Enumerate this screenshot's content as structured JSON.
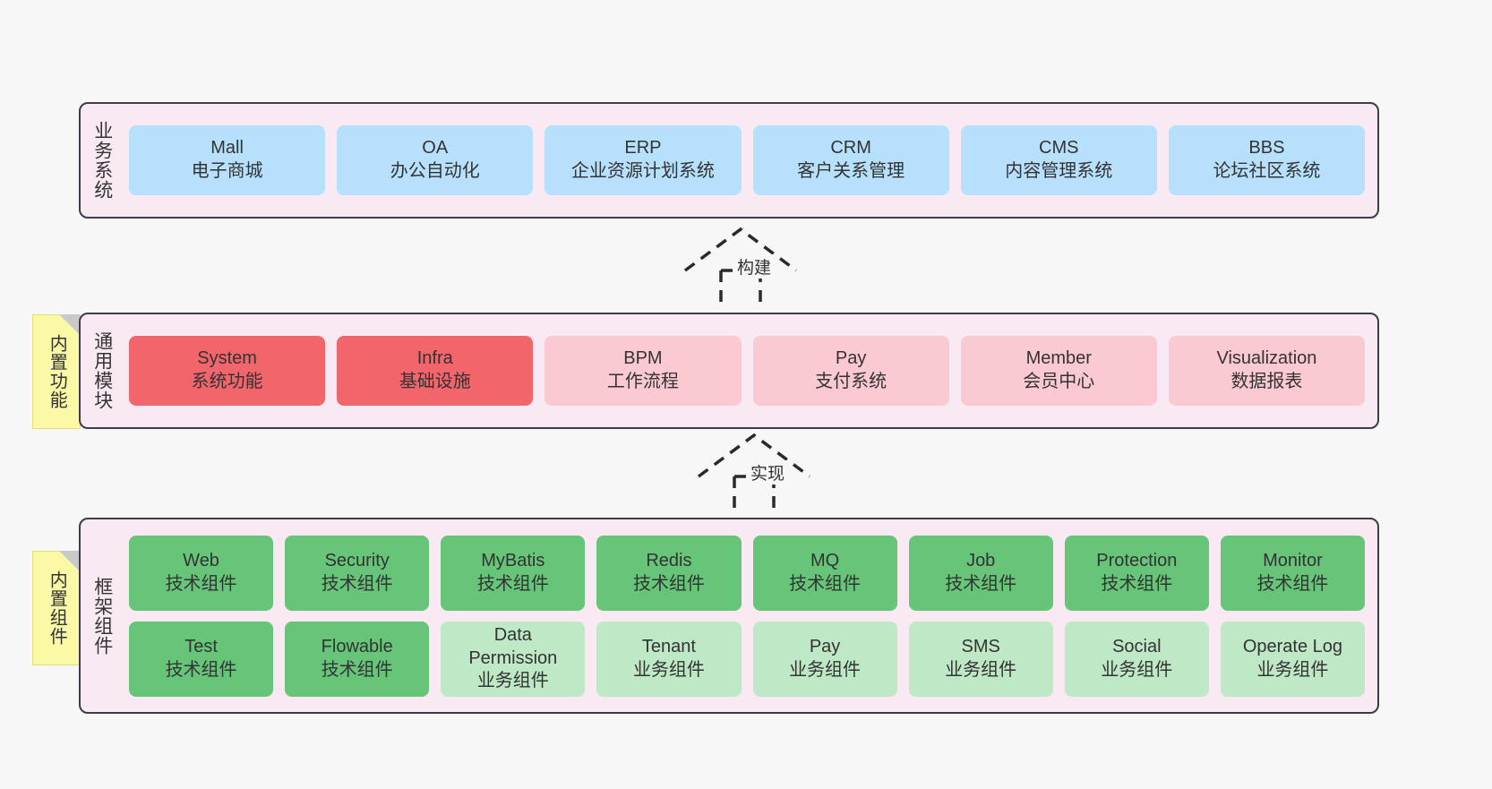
{
  "diagram": {
    "background_color": "#f7f7f7",
    "layer_fill": "#f9e9f2",
    "layer_border": "#3c3c4a"
  },
  "notes": [
    {
      "name": "builtin-features",
      "text": "内置功能",
      "color": "#fbf8a6"
    },
    {
      "name": "builtin-components",
      "text": "内置组件",
      "color": "#fbf8a6"
    }
  ],
  "connectors": [
    {
      "name": "build",
      "label": "构建",
      "style": "dashed-generalization"
    },
    {
      "name": "implement",
      "label": "实现",
      "style": "dashed-generalization"
    }
  ],
  "layers": [
    {
      "id": "business",
      "title": "业务系统",
      "rows": [
        {
          "cards": [
            {
              "title": "Mall",
              "subtitle": "电子商城",
              "color": "#b6e0fb"
            },
            {
              "title": "OA",
              "subtitle": "办公自动化",
              "color": "#b6e0fb"
            },
            {
              "title": "ERP",
              "subtitle": "企业资源计划系统",
              "color": "#b6e0fb"
            },
            {
              "title": "CRM",
              "subtitle": "客户关系管理",
              "color": "#b6e0fb"
            },
            {
              "title": "CMS",
              "subtitle": "内容管理系统",
              "color": "#b6e0fb"
            },
            {
              "title": "BBS",
              "subtitle": "论坛社区系统",
              "color": "#b6e0fb"
            }
          ]
        }
      ]
    },
    {
      "id": "modules",
      "title": "通用模块",
      "rows": [
        {
          "cards": [
            {
              "title": "System",
              "subtitle": "系统功能",
              "color": "#f2656b"
            },
            {
              "title": "Infra",
              "subtitle": "基础设施",
              "color": "#f2656b"
            },
            {
              "title": "BPM",
              "subtitle": "工作流程",
              "color": "#fbc9d2"
            },
            {
              "title": "Pay",
              "subtitle": "支付系统",
              "color": "#fbc9d2"
            },
            {
              "title": "Member",
              "subtitle": "会员中心",
              "color": "#fbc9d2"
            },
            {
              "title": "Visualization",
              "subtitle": "数据报表",
              "color": "#fbc9d2"
            }
          ]
        }
      ]
    },
    {
      "id": "framework",
      "title": "框架组件",
      "rows": [
        {
          "cards": [
            {
              "title": "Web",
              "subtitle": "技术组件",
              "color": "#66c578"
            },
            {
              "title": "Security",
              "subtitle": "技术组件",
              "color": "#66c578"
            },
            {
              "title": "MyBatis",
              "subtitle": "技术组件",
              "color": "#66c578"
            },
            {
              "title": "Redis",
              "subtitle": "技术组件",
              "color": "#66c578"
            },
            {
              "title": "MQ",
              "subtitle": "技术组件",
              "color": "#66c578"
            },
            {
              "title": "Job",
              "subtitle": "技术组件",
              "color": "#66c578"
            },
            {
              "title": "Protection",
              "subtitle": "技术组件",
              "color": "#66c578"
            },
            {
              "title": "Monitor",
              "subtitle": "技术组件",
              "color": "#66c578"
            }
          ]
        },
        {
          "cards": [
            {
              "title": "Test",
              "subtitle": "技术组件",
              "color": "#66c578"
            },
            {
              "title": "Flowable",
              "subtitle": "技术组件",
              "color": "#66c578"
            },
            {
              "title": "Data",
              "title2": "Permission",
              "subtitle": "业务组件",
              "color": "#bfe8c6"
            },
            {
              "title": "Tenant",
              "subtitle": "业务组件",
              "color": "#bfe8c6"
            },
            {
              "title": "Pay",
              "subtitle": "业务组件",
              "color": "#bfe8c6"
            },
            {
              "title": "SMS",
              "subtitle": "业务组件",
              "color": "#bfe8c6"
            },
            {
              "title": "Social",
              "subtitle": "业务组件",
              "color": "#bfe8c6"
            },
            {
              "title": "Operate Log",
              "subtitle": "业务组件",
              "color": "#bfe8c6"
            }
          ]
        }
      ]
    }
  ]
}
